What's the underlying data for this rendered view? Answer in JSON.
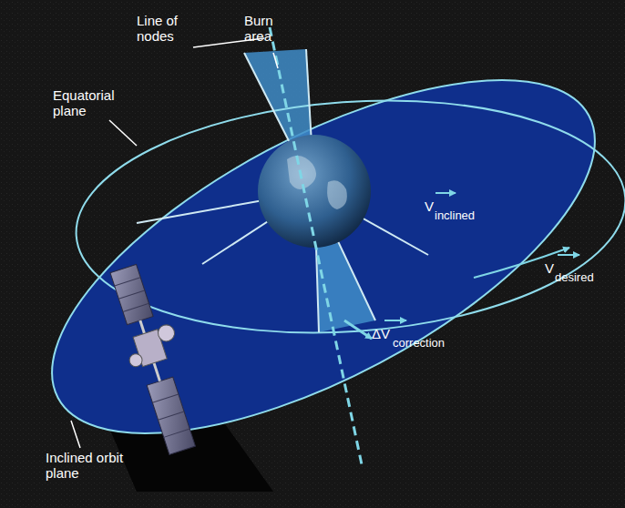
{
  "diagram": {
    "labels": [
      "Line of nodes",
      "Burn area",
      "Equatorial plane",
      "V",
      "inclined",
      "V",
      "desired",
      "ΔV",
      "correction",
      "Inclined orbit plane"
    ]
  }
}
